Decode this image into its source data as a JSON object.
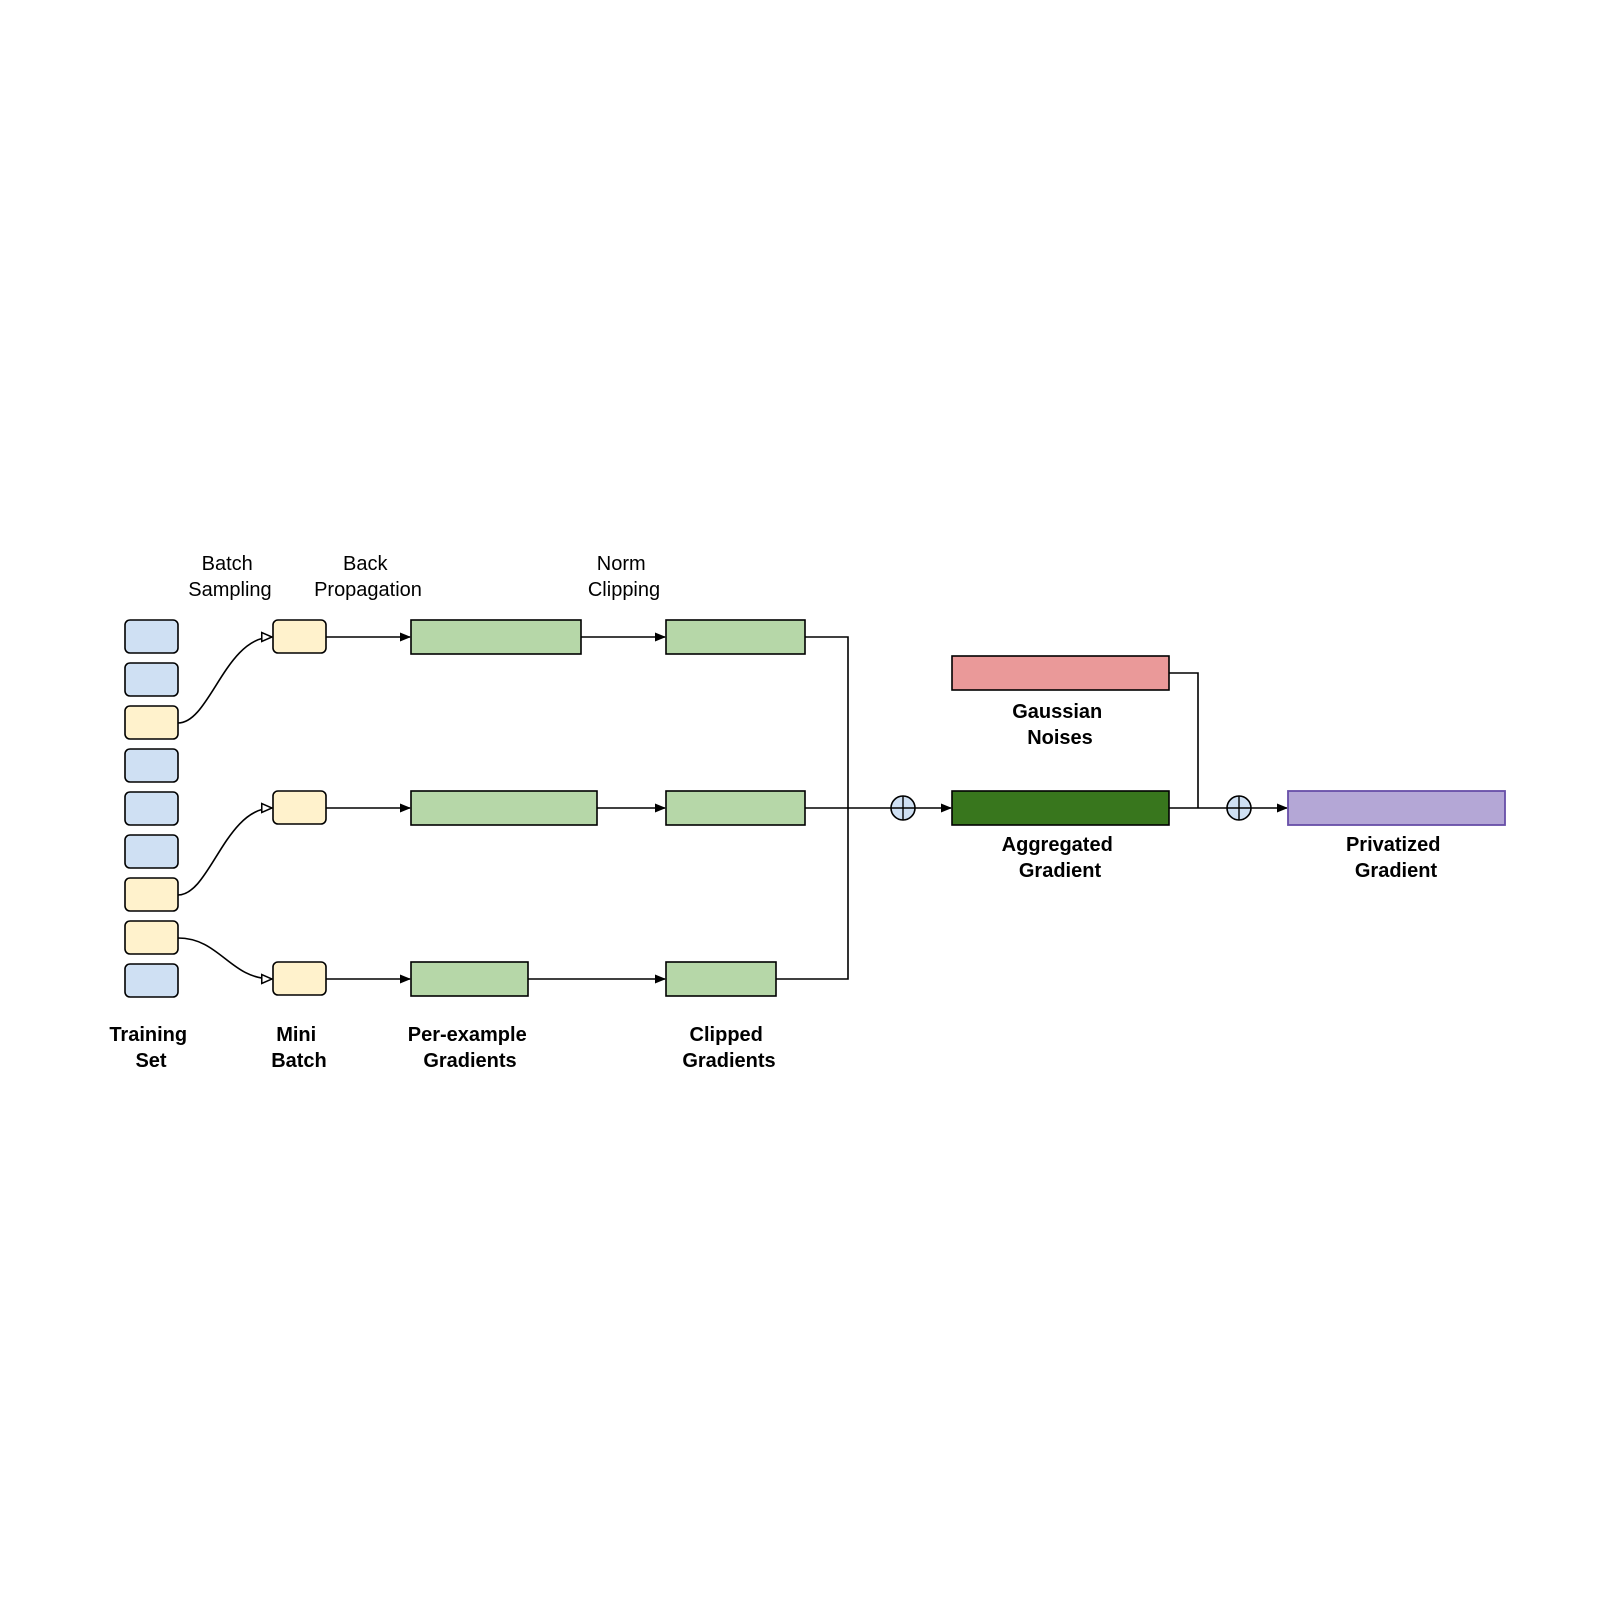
{
  "step_labels": {
    "batch_sampling": [
      "Batch",
      "Sampling"
    ],
    "back_propagation": [
      "Back",
      "Propagation"
    ],
    "norm_clipping": [
      "Norm",
      "Clipping"
    ]
  },
  "node_labels": {
    "training_set": [
      "Training",
      "Set"
    ],
    "mini_batch": [
      "Mini",
      "Batch"
    ],
    "per_example_gradients": [
      "Per-example",
      "Gradients"
    ],
    "clipped_gradients": [
      "Clipped",
      "Gradients"
    ],
    "gaussian_noises": [
      "Gaussian",
      "Noises"
    ],
    "aggregated_gradient": [
      "Aggregated",
      "Gradient"
    ],
    "privatized_gradient": [
      "Privatized",
      "Gradient"
    ]
  },
  "colors": {
    "training_item": "#cfe0f3",
    "sampled_item": "#fff2cc",
    "gradient": "#b6d7a8",
    "gaussian_noise": "#ea9999",
    "aggregated": "#38761d",
    "privatized": "#b4a7d6",
    "privatized_border": "#674ea7",
    "sum_node": "#cfe0f3"
  },
  "training_set_items": [
    "unsampled",
    "unsampled",
    "sampled",
    "unsampled",
    "unsampled",
    "unsampled",
    "sampled",
    "sampled",
    "unsampled"
  ],
  "operators": [
    "sum-operator",
    "sum-operator"
  ]
}
